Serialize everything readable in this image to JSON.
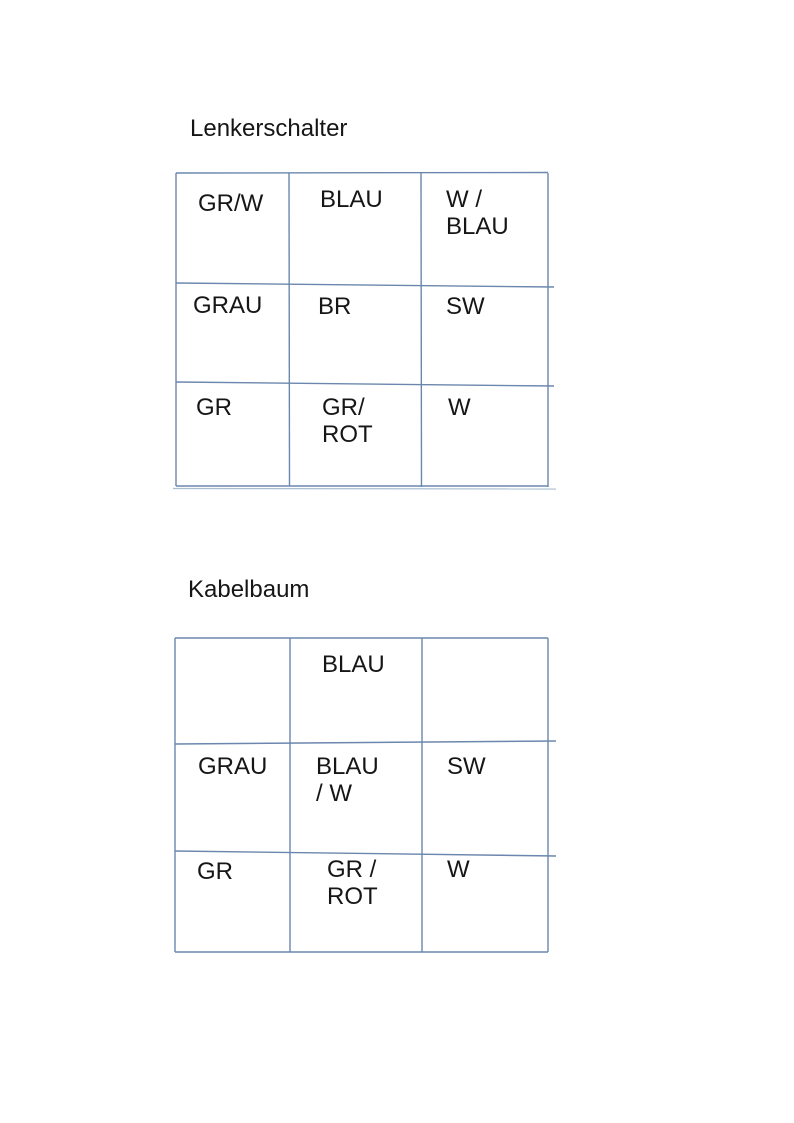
{
  "document": {
    "background": "#ffffff",
    "border_color": "#6b87ad",
    "border_shadow_color": "#a9bdd1",
    "text_color": "#161616"
  },
  "sections": [
    {
      "title": "Lenkerschalter",
      "rows": [
        [
          "GR/W",
          "BLAU",
          "W /\nBLAU"
        ],
        [
          "GRAU",
          "BR",
          "SW"
        ],
        [
          "GR",
          "GR/\nROT",
          "W"
        ]
      ]
    },
    {
      "title": "Kabelbaum",
      "rows": [
        [
          "",
          "BLAU",
          ""
        ],
        [
          "GRAU",
          "BLAU\n/ W",
          "SW"
        ],
        [
          "GR",
          "GR /\nROT",
          "W"
        ]
      ]
    }
  ]
}
